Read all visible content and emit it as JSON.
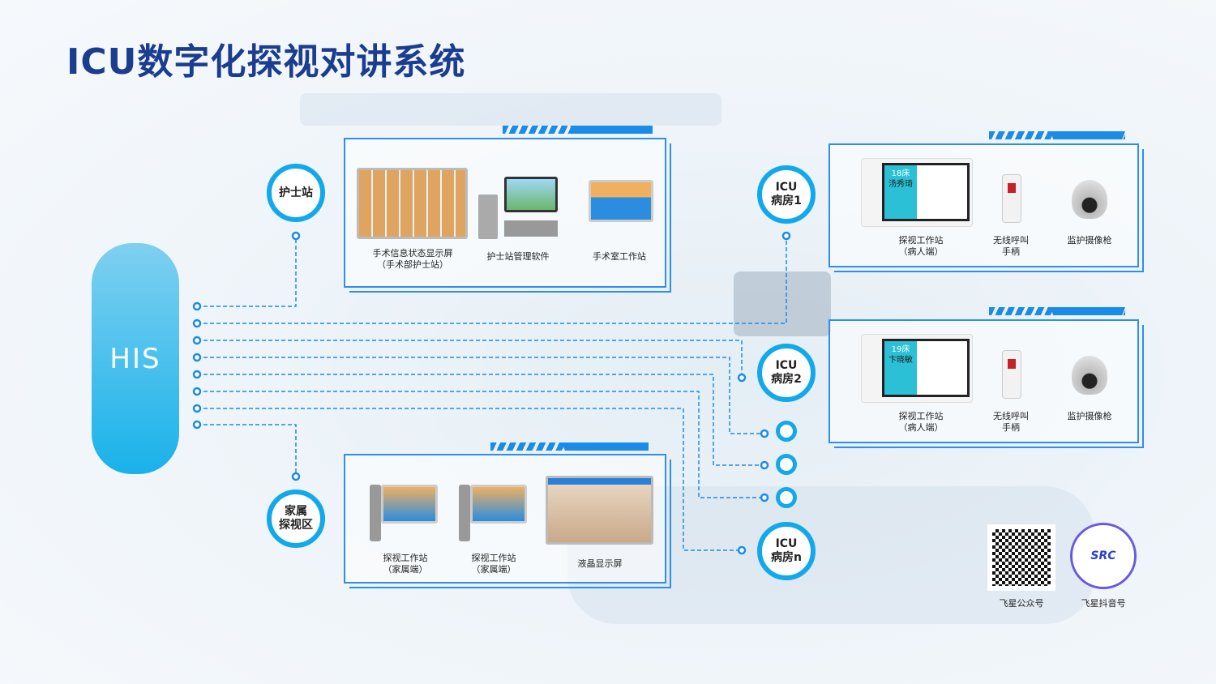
{
  "title": "ICU数字化探视对讲系统",
  "his": "HIS",
  "nodes": {
    "nurse_station": [
      "护士站"
    ],
    "family": [
      "家属",
      "探视区"
    ],
    "icu1": [
      "ICU",
      "病房1"
    ],
    "icu2": [
      "ICU",
      "病房2"
    ],
    "icun": [
      "ICU",
      "病房n"
    ]
  },
  "top_panel": {
    "items": [
      {
        "l1": "手术信息状态显示屏",
        "l2": "（手术部护士站）"
      },
      {
        "l1": "护士站管理软件"
      },
      {
        "l1": "手术室工作站"
      }
    ]
  },
  "bottom_panel": {
    "items": [
      {
        "l1": "探视工作站",
        "l2": "（家属端）"
      },
      {
        "l1": "探视工作站",
        "l2": "（家属端）"
      },
      {
        "l1": "液晶显示屏"
      }
    ]
  },
  "icu_panels": [
    {
      "bed": "18床",
      "patient": "汤秀琦",
      "items": [
        {
          "l1": "探视工作站",
          "l2": "（病人端）"
        },
        {
          "l1": "无线呼叫",
          "l2": "手柄"
        },
        {
          "l1": "监护摄像枪"
        }
      ]
    },
    {
      "bed": "19床",
      "patient": "卞晓敏",
      "items": [
        {
          "l1": "探视工作站",
          "l2": "（病人端）"
        },
        {
          "l1": "无线呼叫",
          "l2": "手柄"
        },
        {
          "l1": "监护摄像枪"
        }
      ]
    }
  ],
  "qr": [
    {
      "label": "飞星公众号"
    },
    {
      "label": "飞星抖音号",
      "logo": "SRC"
    }
  ],
  "colors": {
    "accent": "#12a9ec",
    "title": "#1b3d8f",
    "panel": "#2f8ee8"
  }
}
